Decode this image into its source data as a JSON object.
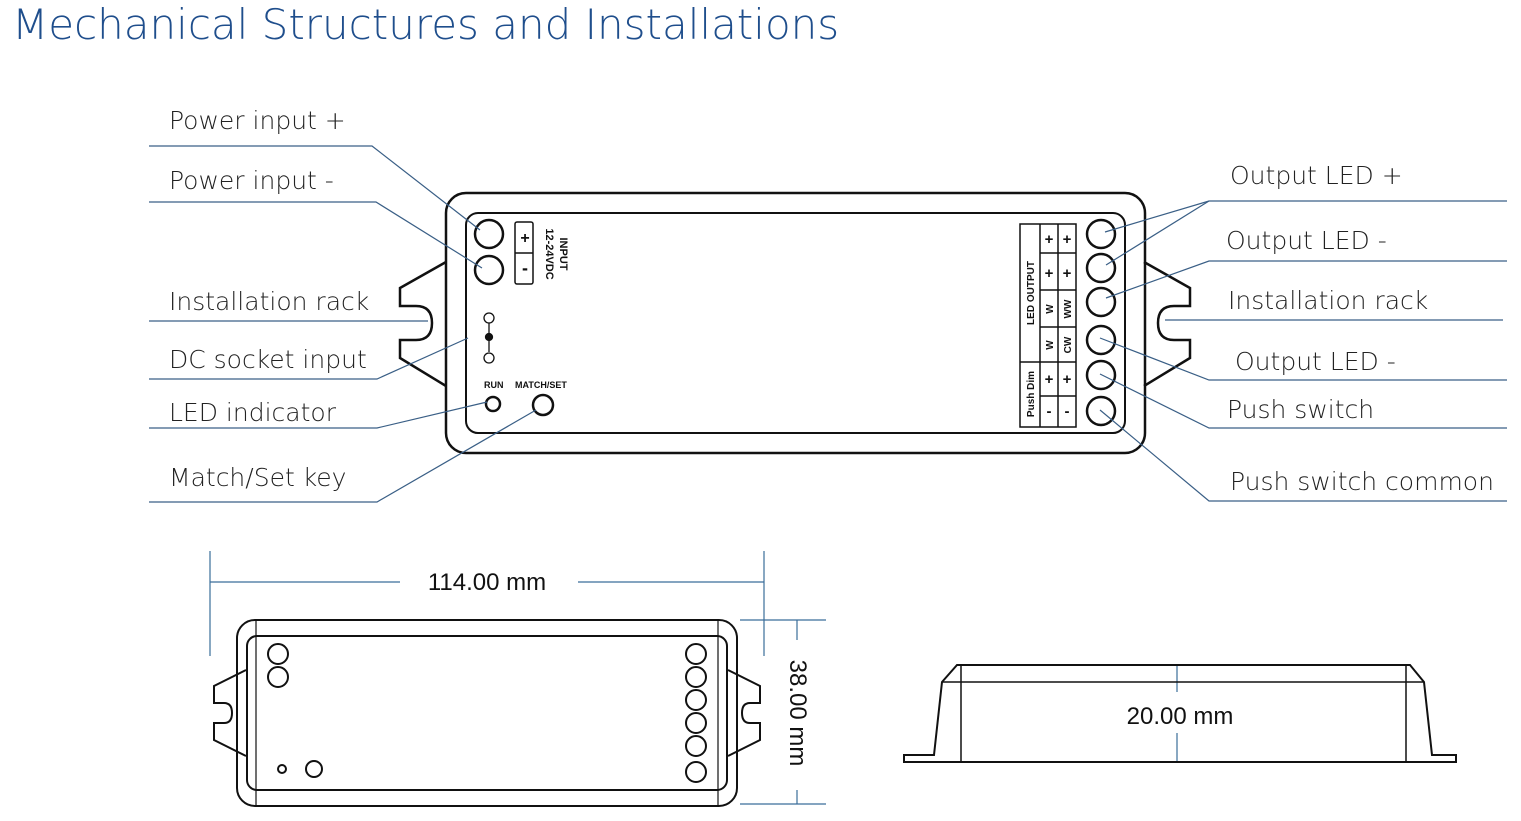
{
  "title": "Mechanical Structures and Installations",
  "colors": {
    "title": "#1f4e8c",
    "leader": "#3a5f86",
    "outline": "#111111"
  },
  "left_labels": [
    {
      "id": "power-input-plus",
      "text": "Power input +"
    },
    {
      "id": "power-input-minus",
      "text": "Power input -"
    },
    {
      "id": "installation-rack-left",
      "text": "Installation rack"
    },
    {
      "id": "dc-socket-input",
      "text": "DC socket input"
    },
    {
      "id": "led-indicator",
      "text": "LED indicator"
    },
    {
      "id": "match-set-key",
      "text": "Match/Set key"
    }
  ],
  "right_labels": [
    {
      "id": "output-led-plus",
      "text": "Output LED +"
    },
    {
      "id": "output-led-minus-1",
      "text": "Output LED -"
    },
    {
      "id": "installation-rack-right",
      "text": "Installation rack"
    },
    {
      "id": "output-led-minus-2",
      "text": "Output LED -"
    },
    {
      "id": "push-switch",
      "text": "Push switch"
    },
    {
      "id": "push-switch-common",
      "text": "Push switch common"
    }
  ],
  "device": {
    "input_label": "INPUT",
    "input_voltage": "12-24VDC",
    "input_plus": "+",
    "input_minus": "-",
    "run_label": "RUN",
    "match_set_label": "MATCH/SET",
    "led_output_label": "LED OUTPUT",
    "push_dim_label": "Push Dim",
    "terminal_col1": [
      "+",
      "+",
      "W",
      "W",
      "+",
      "-"
    ],
    "terminal_col2": [
      "+",
      "+",
      "WW",
      "CW",
      "+",
      "-"
    ]
  },
  "dimensions": {
    "length": "114.00 mm",
    "width": "38.00 mm",
    "height": "20.00 mm"
  }
}
